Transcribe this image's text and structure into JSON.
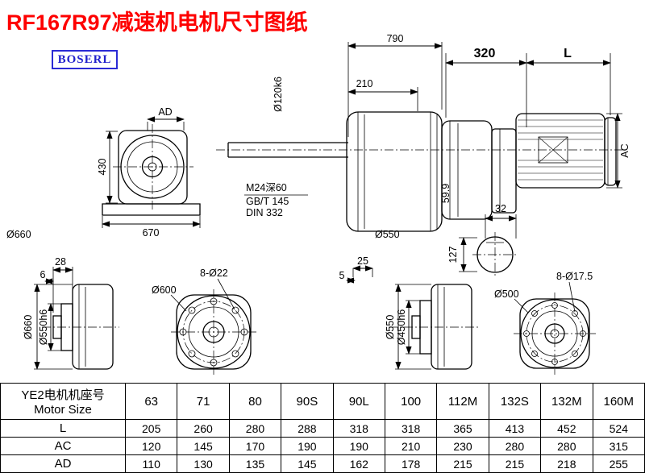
{
  "title": "RF167R97减速机电机尺寸图纸",
  "brand": "BOSERL",
  "drawing": {
    "front_view": {
      "ad": "AD",
      "h430": "430",
      "w670": "670",
      "dia660": "Ø660"
    },
    "main_view": {
      "len790": "790",
      "len210": "210",
      "shaft_dia": "Ø120k6",
      "len320": "320",
      "len_l": "L",
      "ac": "AC",
      "tap": "M24深60",
      "std1": "GB/T 145",
      "std2": "DIN 332",
      "h599": "59.9",
      "dia550": "Ø550",
      "key32": "32",
      "d127": "127"
    },
    "bottom_left": {
      "d28": "28",
      "d6": "6",
      "dia660": "Ø660",
      "dia550h6": "Ø550h6"
    },
    "flange600": {
      "dia600": "Ø600",
      "bolts": "8-Ø22"
    },
    "bottom_mid": {
      "d25": "25",
      "d5": "5",
      "dia550": "Ø550",
      "dia450h6": "Ø450h6"
    },
    "flange500": {
      "dia500": "Ø500",
      "bolts": "8-Ø17.5"
    }
  },
  "table": {
    "row_header_line1": "YE2电机机座号",
    "row_header_line2": "Motor Size",
    "sizes": [
      "63",
      "71",
      "80",
      "90S",
      "90L",
      "100",
      "112M",
      "132S",
      "132M",
      "160M"
    ],
    "rows": [
      {
        "label": "L",
        "values": [
          "205",
          "260",
          "280",
          "288",
          "318",
          "318",
          "365",
          "413",
          "452",
          "524"
        ]
      },
      {
        "label": "AC",
        "values": [
          "120",
          "145",
          "170",
          "190",
          "190",
          "210",
          "230",
          "280",
          "280",
          "315"
        ]
      },
      {
        "label": "AD",
        "values": [
          "110",
          "130",
          "135",
          "145",
          "162",
          "178",
          "215",
          "215",
          "218",
          "255"
        ]
      }
    ]
  }
}
